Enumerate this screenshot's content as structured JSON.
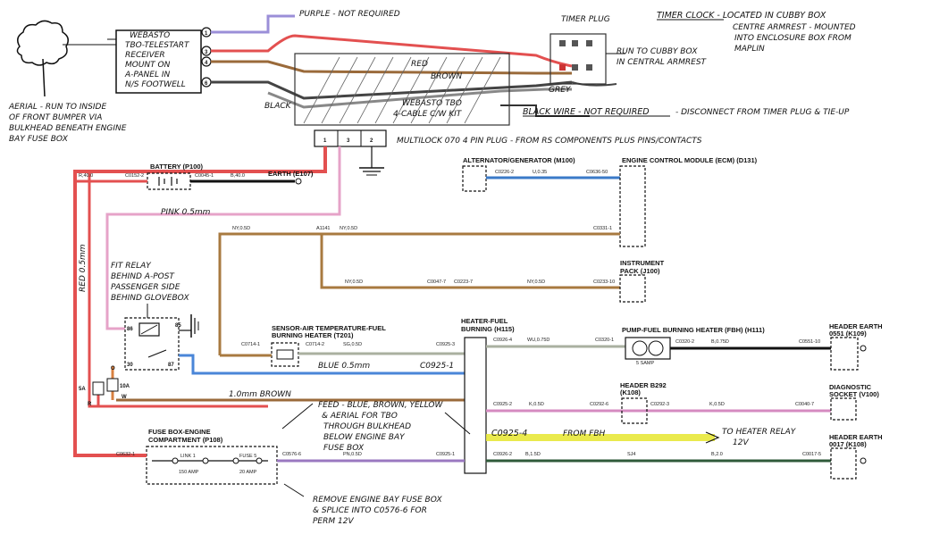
{
  "notes": {
    "purple": "PURPLE - NOT REQUIRED",
    "timer_clock_1": "TIMER CLOCK - LOCATED IN CUBBY BOX",
    "timer_clock_2": "CENTRE ARMREST - MOUNTED",
    "timer_clock_3": "INTO ENCLOSURE BOX FROM",
    "timer_clock_4": "MAPLIN",
    "timer_plug": "TIMER PLUG",
    "run_cubby_1": "RUN TO CUBBY BOX",
    "run_cubby_2": "IN CENTRAL ARMREST",
    "aerial_1": "AERIAL - RUN TO INSIDE",
    "aerial_2": "OF FRONT BUMPER VIA",
    "aerial_3": "BULKHEAD BENEATH ENGINE",
    "aerial_4": "BAY FUSE BOX",
    "black_wire": "BLACK WIRE - NOT REQUIRED",
    "disconnect": "- DISCONNECT FROM TIMER PLUG & TIE-UP",
    "multilock": "MULTILOCK 070 4 PIN PLUG - FROM RS COMPONENTS PLUS PINS/CONTACTS",
    "pink_wire": "PINK 0.5mm",
    "red_wire": "RED 0.5mm",
    "fit_relay_1": "FIT RELAY",
    "fit_relay_2": "BEHIND A-POST",
    "fit_relay_3": "PASSENGER SIDE",
    "fit_relay_4": "BEHIND GLOVEBOX",
    "blue_wire": "BLUE 0.5mm",
    "c0925_1": "C0925-1",
    "brown_wire": "1.0mm BROWN",
    "feed_1": "FEED - BLUE, BROWN, YELLOW",
    "feed_2": "& AERIAL FOR TBO",
    "feed_3": "THROUGH BULKHEAD",
    "feed_4": "BELOW ENGINE BAY",
    "feed_5": "FUSE BOX",
    "c0925_4": "C0925-4",
    "from_fbh": "FROM FBH",
    "to_heater_1": "TO HEATER RELAY",
    "to_heater_2": "12V",
    "remove_1": "REMOVE ENGINE BAY FUSE BOX",
    "remove_2": "& SPLICE INTO C0576-6 FOR",
    "remove_3": "PERM 12V",
    "fuse_5a": "5A",
    "fuse_10a": "10A",
    "relay_86": "86",
    "relay_85": "85",
    "relay_30": "30",
    "relay_87": "87",
    "relay_r": "R",
    "relay_w": "W",
    "relay_o": "O"
  },
  "webasto": {
    "line1": "WEBASTO",
    "line2": "TBO-TELESTART",
    "line3": "RECEIVER",
    "line4": "MOUNT ON",
    "line5": "A-PANEL IN",
    "line6": "N/S FOOTWELL",
    "pin1": "1",
    "pin3": "3",
    "pin4": "4",
    "pin6": "6"
  },
  "cable": {
    "line1": "WEBASTO TBO",
    "line2": "4-CABLE C/W KIT",
    "red": "RED",
    "brown": "BROWN",
    "black": "BLACK",
    "grey": "GREY"
  },
  "plug_pins": [
    "1",
    "3",
    "2"
  ],
  "components": {
    "battery": "BATTERY (P100)",
    "earth": "EARTH (E107)",
    "alternator": "ALTERNATOR/GENERATOR (M100)",
    "ecm": "ENGINE CONTROL MODULE (ECM) (D131)",
    "instrument_1": "INSTRUMENT",
    "instrument_2": "PACK (J100)",
    "sensor_1": "SENSOR-AIR TEMPERATURE-FUEL",
    "sensor_2": "BURNING HEATER (T201)",
    "heater_1": "HEATER-FUEL",
    "heater_2": "BURNING (H115)",
    "pump": "PUMP-FUEL BURNING HEATER (FBH) (H111)",
    "header_earth1_1": "HEADER EARTH",
    "header_earth1_2": "0551 (K109)",
    "header_b292_1": "HEADER B292",
    "header_b292_2": "(K108)",
    "diag_1": "DIAGNOSTIC",
    "diag_2": "SOCKET (V100)",
    "header_earth2_1": "HEADER EARTH",
    "header_earth2_2": "0017 (K108)",
    "fusebox_1": "FUSE BOX-ENGINE",
    "fusebox_2": "COMPARTMENT (P108)",
    "link1": "LINK 1",
    "link1_amp": "150 AMP",
    "fuse5": "FUSE 5",
    "fuse5_amp": "20 AMP",
    "pump_amp": "5 SAMP"
  },
  "wire_labels": {
    "bat_r": "R,40.0",
    "bat_c0152": "C0152-2",
    "bat_c0045": "C0045-1",
    "bat_b40": "B,40.0",
    "alt_c0226": "C0226-2",
    "alt_u": "U,0.35",
    "alt_c0636": "C0636-50",
    "ny_1": "NY,0.5D",
    "ny_a1141": "A1141",
    "ny_2": "NY,0.5D",
    "ny_c0331": "C0331-1",
    "ny_3": "NY,0.5D",
    "ny_c0047": "C0047-7",
    "ny_c0223": "C0223-7",
    "ny_4": "NY,0.5D",
    "ny_c0233": "C0233-10",
    "s_c0714a": "C0714-1",
    "s_c0714b": "C0714-2",
    "s_sg": "SG,0.5D",
    "s_c0925": "C0925-3",
    "h_c0926": "C0926-4",
    "h_wu": "WU,0.75D",
    "p_c0320a": "C0320-1",
    "p_c0320b": "C0320-2",
    "p_b": "B,0.75D",
    "p_c0551": "C0551-10",
    "k_c0925": "C0925-2",
    "k_1": "K,0.5D",
    "k_c0292a": "C0292-6",
    "k_c0292b": "C0292-3",
    "k_2": "K,0.5D",
    "k_c0040": "C0040-7",
    "f_c0632": "C0632-1",
    "f_c0576": "C0576-6",
    "f_pn": "PN,0.5D",
    "f_c0925": "C0925-1",
    "b_c0926": "C0926-2",
    "b_1": "B,1.5D",
    "b_sj": "SJ4",
    "b_2": "B,2.0",
    "b_c0017": "C0017-5"
  }
}
